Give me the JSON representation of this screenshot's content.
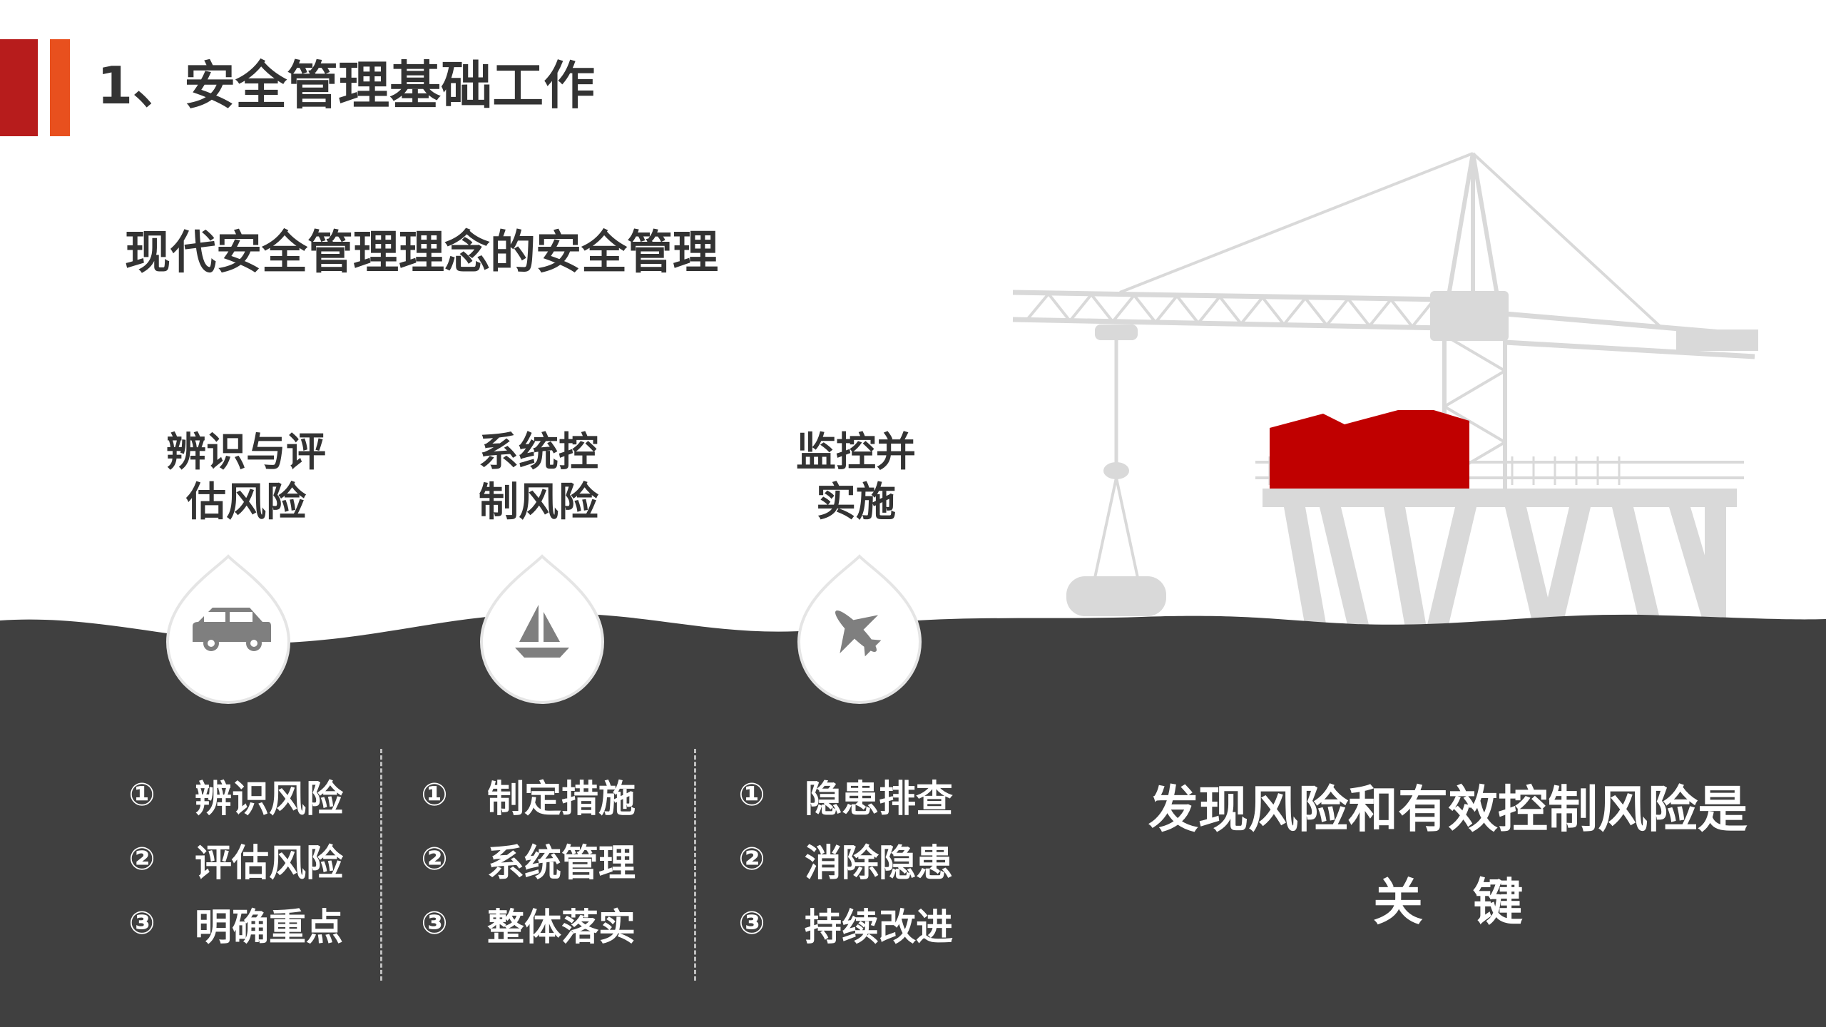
{
  "header": {
    "title": "1、安全管理基础工作"
  },
  "subtitle": "现代安全管理理念的安全管理",
  "pillars": [
    {
      "heading_line1": "辨识与评",
      "heading_line2": "估风险",
      "icon": "car-icon",
      "items": [
        {
          "num": "①",
          "text": "辨识风险"
        },
        {
          "num": "②",
          "text": "评估风险"
        },
        {
          "num": "③",
          "text": "明确重点"
        }
      ]
    },
    {
      "heading_line1": "系统控",
      "heading_line2": "制风险",
      "icon": "sailboat-icon",
      "items": [
        {
          "num": "①",
          "text": "制定措施"
        },
        {
          "num": "②",
          "text": "系统管理"
        },
        {
          "num": "③",
          "text": "整体落实"
        }
      ]
    },
    {
      "heading_line1": "监控并",
      "heading_line2": "实施",
      "icon": "airplane-icon",
      "items": [
        {
          "num": "①",
          "text": "隐患排查"
        },
        {
          "num": "②",
          "text": "消除隐患"
        },
        {
          "num": "③",
          "text": "持续改进"
        }
      ]
    }
  ],
  "conclusion": {
    "line1": "发现风险和有效控制风险是",
    "line2": "关　键"
  },
  "colors": {
    "accent_dark_red": "#b71c1c",
    "accent_orange": "#e8501e",
    "sea": "#404040",
    "crane": "#d9d9d9",
    "container": "#c00000",
    "text_dark": "#333333"
  }
}
